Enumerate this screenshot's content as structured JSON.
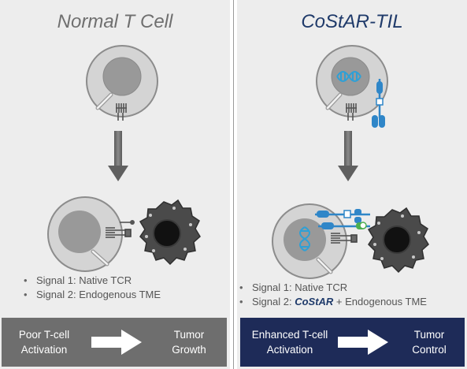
{
  "left_panel": {
    "title": "Normal T Cell",
    "bullets": [
      "Signal 1: Native TCR",
      "Signal 2: Endogenous TME"
    ],
    "outcome": {
      "from_line1": "Poor T-cell",
      "from_line2": "Activation",
      "to_line1": "Tumor",
      "to_line2": "Growth"
    },
    "colors": {
      "title": "#6f6f6f",
      "bar": "#6e6e6e"
    }
  },
  "right_panel": {
    "title": "CoStAR-TIL",
    "bullets": [
      {
        "text": "Signal 1: Native TCR"
      },
      {
        "prefix": "Signal 2: ",
        "highlight": "CoStAR",
        "suffix": " + Endogenous TME"
      }
    ],
    "outcome": {
      "from_line1": "Enhanced T-cell",
      "from_line2": "Activation",
      "to_line1": "Tumor",
      "to_line2": "Control"
    },
    "colors": {
      "title": "#1f3a6a",
      "bar": "#1e2b58",
      "receptor": "#2f86c8",
      "dna": "#2ea0d6"
    }
  },
  "icons": [
    "t-cell-icon",
    "nucleus-icon",
    "tcr-receptor-icon",
    "costar-receptor-icon",
    "dna-icon",
    "tumor-cell-icon",
    "down-arrow-icon",
    "right-arrow-icon"
  ]
}
